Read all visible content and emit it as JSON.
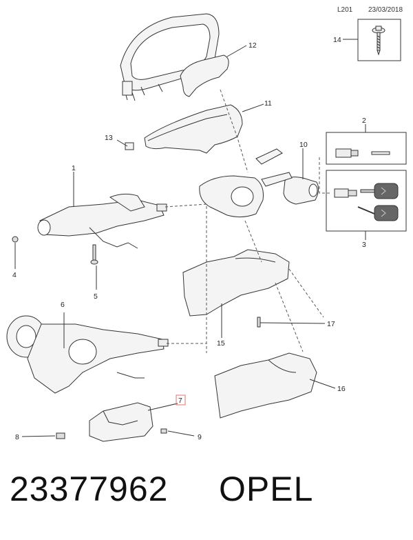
{
  "header": {
    "code": "L201",
    "date": "23/03/2018"
  },
  "callouts": [
    "1",
    "2",
    "3",
    "4",
    "5",
    "6",
    "7",
    "8",
    "9",
    "10",
    "11",
    "12",
    "13",
    "14",
    "15",
    "16",
    "17"
  ],
  "highlighted_callout": "7",
  "footer": {
    "part_number": "23377962",
    "brand": "OPEL"
  },
  "colors": {
    "line": "#333333",
    "part_fill": "#f4f4f4",
    "highlight": "#e07070"
  }
}
